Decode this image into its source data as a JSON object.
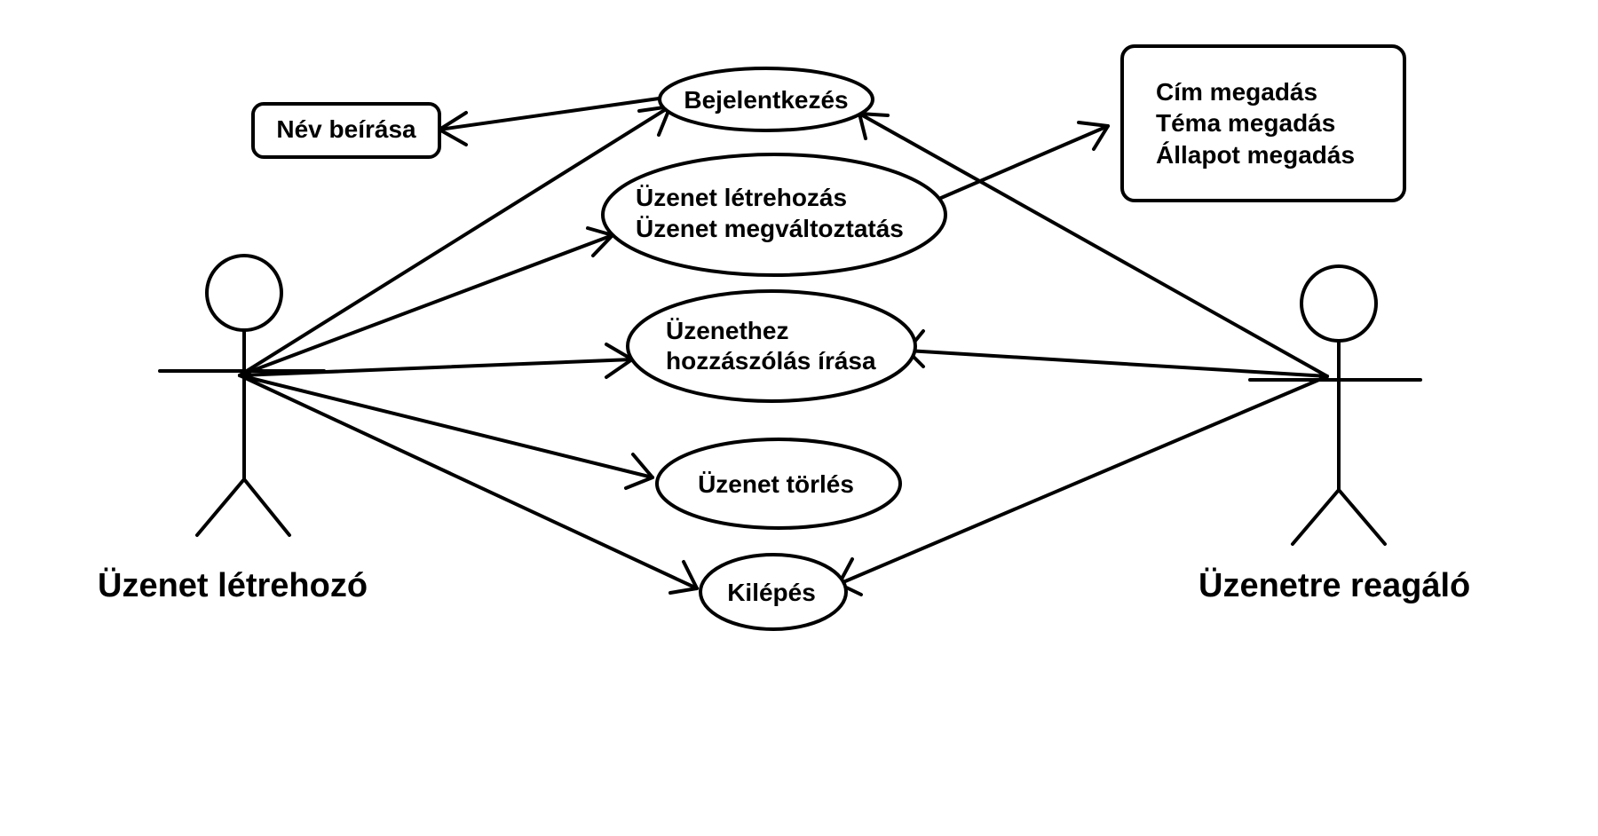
{
  "actors": {
    "creator": {
      "label": "Üzenet létrehozó"
    },
    "reactor": {
      "label": "Üzenetre reagáló"
    }
  },
  "use_cases": {
    "login": {
      "lines": [
        "Bejelentkezés"
      ]
    },
    "create": {
      "lines": [
        "Üzenet létrehozás",
        "Üzenet megváltoztatás"
      ]
    },
    "comment": {
      "lines": [
        "Üzenethez",
        "hozzászólás írása"
      ]
    },
    "delete": {
      "lines": [
        "Üzenet törlés"
      ]
    },
    "logout": {
      "lines": [
        "Kilépés"
      ]
    }
  },
  "boxes": {
    "name": {
      "lines": [
        "Név beírása"
      ]
    },
    "attributes": {
      "lines": [
        "Cím megadás",
        "Téma megadás",
        "Állapot megadás"
      ]
    }
  },
  "colors": {
    "stroke": "#000000",
    "background": "#ffffff"
  }
}
